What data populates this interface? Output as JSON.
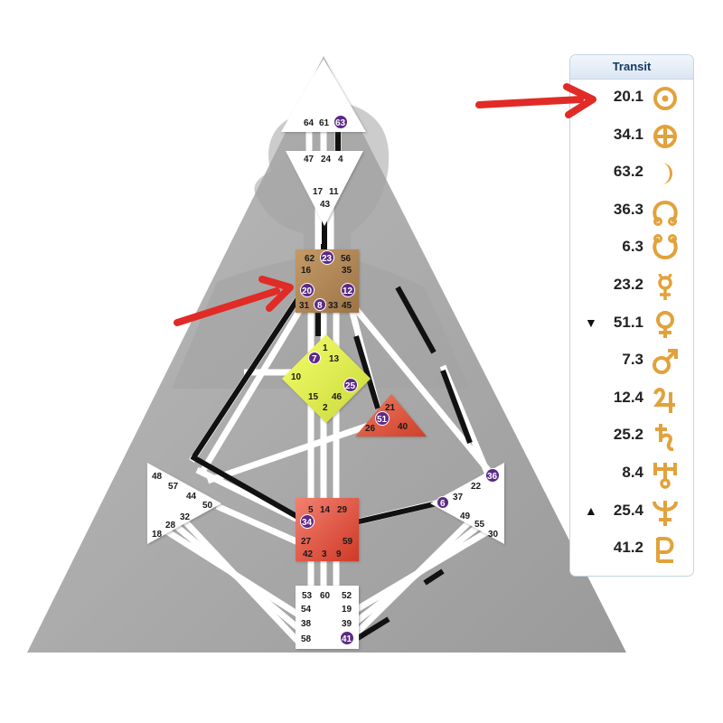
{
  "colors": {
    "accent_arrow": "#e12b26",
    "gate_badge": "#5b2a86",
    "head_center": "#ffffff",
    "g_center": "#e8f04a",
    "throat_center": "#b98e5c",
    "sacral_center": "#e0503a",
    "heart_center": "#d94f3c",
    "background_triangle": "#aaaaaa"
  },
  "chart": {
    "head": {
      "gates": [
        "64",
        "61",
        "63"
      ],
      "active": [
        "63"
      ]
    },
    "ajna": {
      "gates": [
        "47",
        "24",
        "4",
        "17",
        "11",
        "43"
      ],
      "active": []
    },
    "throat": {
      "gates": [
        "62",
        "23",
        "56",
        "16",
        "35",
        "20",
        "12",
        "31",
        "8",
        "33",
        "45"
      ],
      "active": [
        "23",
        "20",
        "12",
        "8"
      ]
    },
    "g": {
      "gates": [
        "1",
        "7",
        "13",
        "10",
        "25",
        "15",
        "46",
        "2"
      ],
      "active": [
        "7",
        "25"
      ]
    },
    "heart": {
      "gates": [
        "21",
        "51",
        "26",
        "40"
      ],
      "active": [
        "51"
      ]
    },
    "spleen": {
      "gates": [
        "48",
        "57",
        "44",
        "50",
        "32",
        "28",
        "18"
      ],
      "active": []
    },
    "solar": {
      "gates": [
        "36",
        "22",
        "6",
        "37",
        "49",
        "55",
        "30"
      ],
      "active": [
        "36",
        "6"
      ]
    },
    "sacral": {
      "gates": [
        "5",
        "14",
        "29",
        "34",
        "27",
        "59",
        "42",
        "3",
        "9"
      ],
      "active": [
        "34"
      ]
    },
    "root": {
      "gates": [
        "53",
        "60",
        "52",
        "54",
        "19",
        "38",
        "39",
        "58",
        "41"
      ],
      "active": [
        "41"
      ]
    }
  },
  "transit": {
    "title": "Transit",
    "rows": [
      {
        "mark": "",
        "value": "20.1",
        "icon": "sun-icon"
      },
      {
        "mark": "",
        "value": "34.1",
        "icon": "earth-icon"
      },
      {
        "mark": "",
        "value": "63.2",
        "icon": "moon-icon"
      },
      {
        "mark": "",
        "value": "36.3",
        "icon": "north-node-icon"
      },
      {
        "mark": "",
        "value": "6.3",
        "icon": "south-node-icon"
      },
      {
        "mark": "",
        "value": "23.2",
        "icon": "mercury-icon"
      },
      {
        "mark": "▼",
        "value": "51.1",
        "icon": "venus-icon"
      },
      {
        "mark": "",
        "value": "7.3",
        "icon": "mars-icon"
      },
      {
        "mark": "",
        "value": "12.4",
        "icon": "jupiter-icon"
      },
      {
        "mark": "",
        "value": "25.2",
        "icon": "saturn-icon"
      },
      {
        "mark": "",
        "value": "8.4",
        "icon": "uranus-icon"
      },
      {
        "mark": "▲",
        "value": "25.4",
        "icon": "neptune-icon"
      },
      {
        "mark": "",
        "value": "41.2",
        "icon": "pluto-icon"
      }
    ]
  }
}
